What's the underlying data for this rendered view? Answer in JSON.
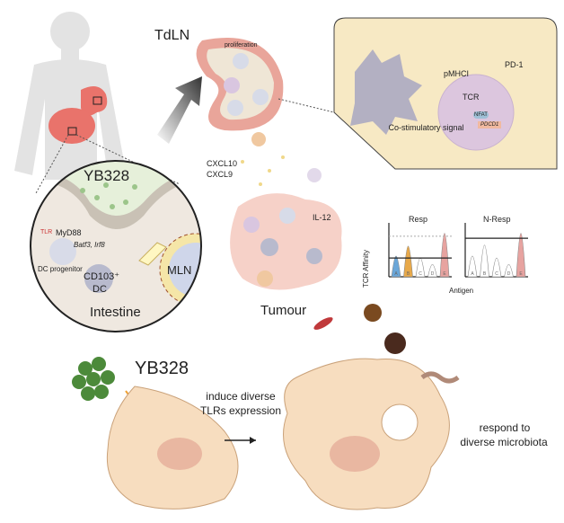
{
  "intestine_panel": {
    "title": "YB328",
    "tlr": "TLR",
    "myd88": "MyD88",
    "genes": "Batf3, Irf8",
    "progenitor": "DC progenitor",
    "cd103_line1": "CD103⁺",
    "cd103_line2": "DC",
    "mln": "MLN",
    "label": "Intestine"
  },
  "lymph_node": {
    "title": "TdLN",
    "proliferation": "proliferation"
  },
  "synapse_panel": {
    "pmhc": "pMHCI",
    "pd1": "PD-1",
    "tcr": "TCR",
    "nfat": "NFAT",
    "gene": "PDCD1",
    "costim": "Co-stimulatory signal"
  },
  "chemokines": {
    "c1": "CXCL10",
    "c2": "CXCL9"
  },
  "tumour": {
    "label": "Tumour",
    "il12": "IL-12"
  },
  "charts": {
    "ylabel": "TCR Affinity",
    "xlabel": "Antigen"
  },
  "chart_data": [
    {
      "type": "area",
      "title": "Resp",
      "categories": [
        "A",
        "B",
        "C",
        "D",
        "E"
      ],
      "values": [
        0.42,
        0.62,
        0.38,
        0.25,
        0.88
      ],
      "threshold": 0.38,
      "dashed_line": 0.82,
      "highlighted": [
        "A",
        "B",
        "E"
      ],
      "colors": [
        "#6aa6d8",
        "#e8a94a",
        "#fff",
        "#fff",
        "#e7a3a0"
      ]
    },
    {
      "type": "area",
      "title": "N-Resp",
      "categories": [
        "A",
        "B",
        "C",
        "D",
        "E"
      ],
      "values": [
        0.42,
        0.64,
        0.38,
        0.25,
        0.88
      ],
      "threshold": 0.78,
      "highlighted": [
        "E"
      ],
      "colors": [
        "#fff",
        "#fff",
        "#fff",
        "#fff",
        "#e7a3a0"
      ]
    }
  ],
  "bottom": {
    "title": "YB328",
    "induce": "induce diverse",
    "induce2": "TLRs expression",
    "respond": "respond to",
    "respond2": "diverse microbiota"
  }
}
